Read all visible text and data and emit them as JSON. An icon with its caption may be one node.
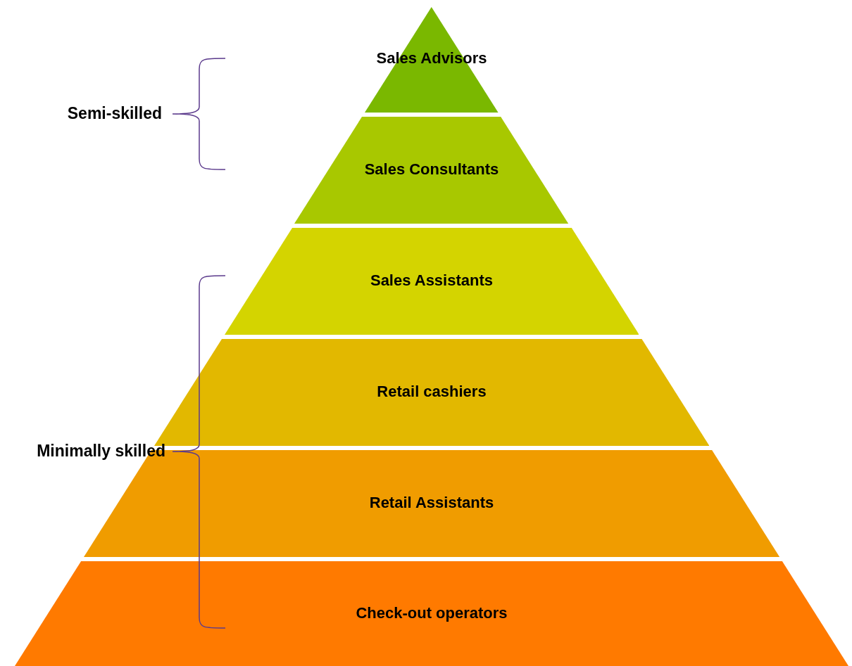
{
  "diagram": {
    "nodes": [
      {
        "text": [
          "Sales Advisors"
        ]
      },
      {
        "text": [
          "Sales Consultants"
        ]
      },
      {
        "text": [
          "Sales Assistants"
        ]
      },
      {
        "text": [
          "Retail cashiers"
        ]
      },
      {
        "text": [
          "Retail Assistants"
        ]
      },
      {
        "text": [
          "Check-out operators"
        ]
      }
    ],
    "labels": [
      "Semi-skilled",
      "Minimally skilled"
    ]
  }
}
